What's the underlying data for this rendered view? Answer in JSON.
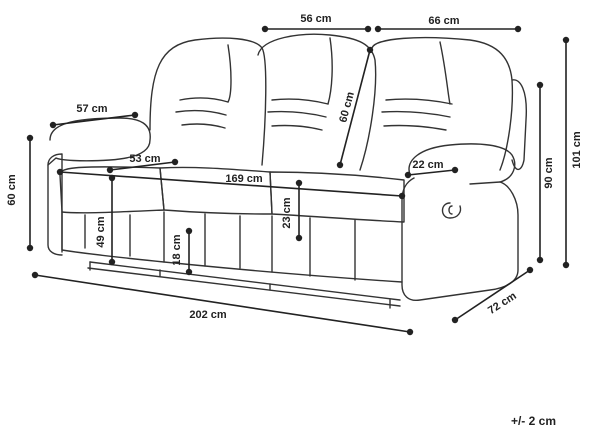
{
  "dimensions": {
    "back_cushion_width": "56 cm",
    "side_back_width": "66 cm",
    "back_height": "60 cm",
    "depth_top": "57 cm",
    "seat_depth": "53 cm",
    "seat_width": "169 cm",
    "arm_width": "22 cm",
    "arm_height": "60 cm",
    "seat_height": "49 cm",
    "cushion_thickness": "23 cm",
    "leg_height": "18 cm",
    "seat_back_height": "90 cm",
    "total_height": "101 cm",
    "total_width": "202 cm",
    "total_depth": "72 cm"
  },
  "tolerance": "+/- 2 cm",
  "colors": {
    "line": "#222222",
    "background": "#ffffff"
  }
}
